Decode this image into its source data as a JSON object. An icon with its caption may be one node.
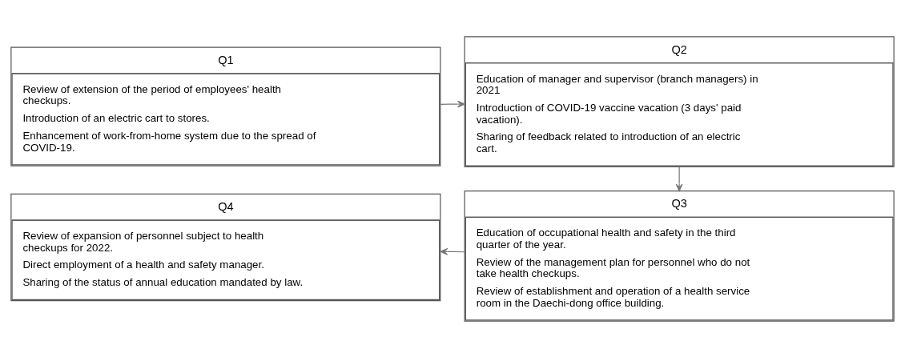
{
  "diagram": {
    "nodes": [
      {
        "text": [
          "Q1",
          "Review of extension of the period of employees' health checkups.",
          "Introduction of an electric cart to stores.",
          "Enhancement of work-from-home system due to the spread of COVID-19."
        ]
      },
      {
        "text": [
          "Q2",
          "Education of manager and supervisor (branch managers) in 2021",
          "Introduction of COVID-19 vaccine vacation (3 days' paid vacation).",
          "Sharing of feedback related to introduction of an electric cart."
        ]
      },
      {
        "text": [
          "Q3",
          "Education of occupational health and safety in the third quarter of the year.",
          "Review of the management plan for personnel who do not take health checkups.",
          "Review of establishment and operation of a health service room in the Daechi-dong office building."
        ]
      },
      {
        "text": [
          "Q4",
          "Review of expansion of personnel subject to health checkups for 2022.",
          "Direct employment of a health and safety manager.",
          "Sharing of the status of annual education mandated by law."
        ]
      }
    ],
    "edges": [
      {
        "from": 0,
        "to": 1,
        "arrow": "to"
      },
      {
        "from": 1,
        "to": 2,
        "arrow": "to"
      },
      {
        "from": 2,
        "to": 3,
        "arrow": "to"
      }
    ]
  }
}
